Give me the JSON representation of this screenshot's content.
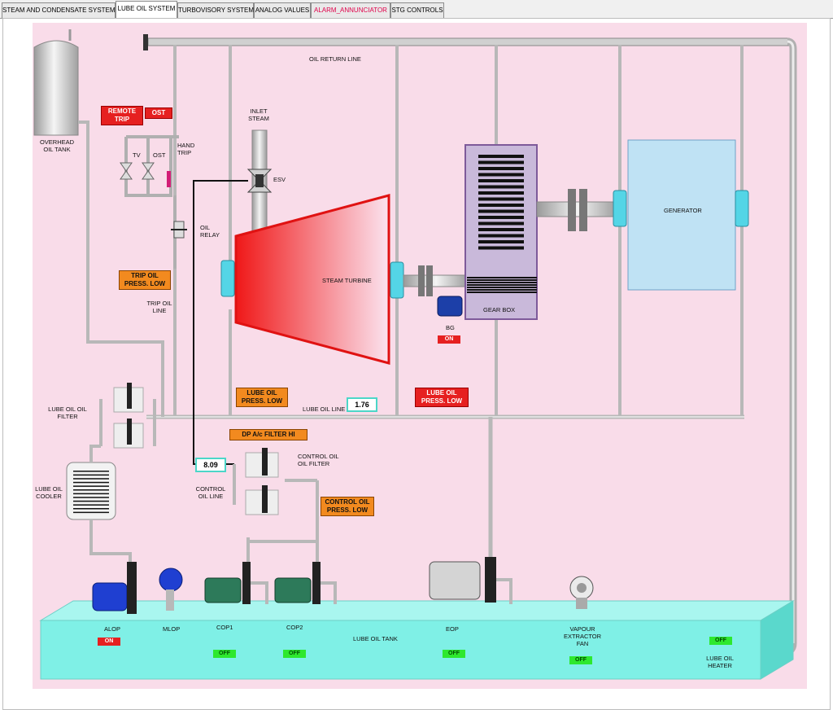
{
  "tabs": [
    "STEAM AND CONDENSATE SYSTEM",
    "LUBE OIL SYSTEM",
    "TURBOVISORY SYSTEM",
    "ANALOG VALUES",
    "ALARM_ANNUNCIATOR",
    "STG CONTROLS"
  ],
  "active_tab": "LUBE OIL SYSTEM",
  "colors": {
    "panel_bg": "#f9dce9",
    "tank": "#7ff0e6",
    "pipe": "#b5b5b5",
    "alarm_orange": "#f28a1f",
    "alarm_red": "#e62020",
    "status_green": "#2ee82e"
  },
  "labels": {
    "oil_return_line": "OIL RETURN LINE",
    "overhead_oil_tank": "OVERHEAD OIL TANK",
    "inlet_steam": "INLET STEAM",
    "esv": "ESV",
    "tv": "TV",
    "ost": "OST",
    "hand_trip": "HAND TRIP",
    "oil_relay": "OIL RELAY",
    "trip_oil_line": "TRIP OIL LINE",
    "steam_turbine": "STEAM TURBINE",
    "gear_box": "GEAR BOX",
    "generator": "GENERATOR",
    "bg": "BG",
    "lube_oil_line": "LUBE OIL LINE",
    "lube_oil_filter": "LUBE OIL OIL FILTER",
    "lube_oil_cooler": "LUBE OIL COOLER",
    "control_oil_filter": "CONTROL OIL OIL FILTER",
    "control_oil_line": "CONTROL OIL LINE",
    "lube_oil_tank": "LUBE OIL TANK",
    "alop": "ALOP",
    "mlop": "MLOP",
    "cop1": "COP1",
    "cop2": "COP2",
    "eop": "EOP",
    "vapour_extractor_fan": "VAPOUR EXTRACTOR FAN",
    "lube_oil_heater": "LUBE OIL HEATER"
  },
  "alarms": {
    "remote_trip": "REMOTE TRIP",
    "ost": "OST",
    "trip_oil_press_low": "TRIP OIL PRESS. LOW",
    "lube_oil_press_low_1": "LUBE OIL PRESS. LOW",
    "lube_oil_press_low_2": "LUBE OIL PRESS. LOW",
    "dp_filter_hi": "DP A/c FILTER HI",
    "control_oil_press_low": "CONTROL OIL PRESS. LOW"
  },
  "values": {
    "lube_oil_line": "1.76",
    "control_oil_line": "8.09"
  },
  "status": {
    "bg": "ON",
    "alop": "ON",
    "cop1": "OFF",
    "cop2": "OFF",
    "eop": "OFF",
    "vapour_fan": "OFF",
    "heater": "OFF"
  }
}
